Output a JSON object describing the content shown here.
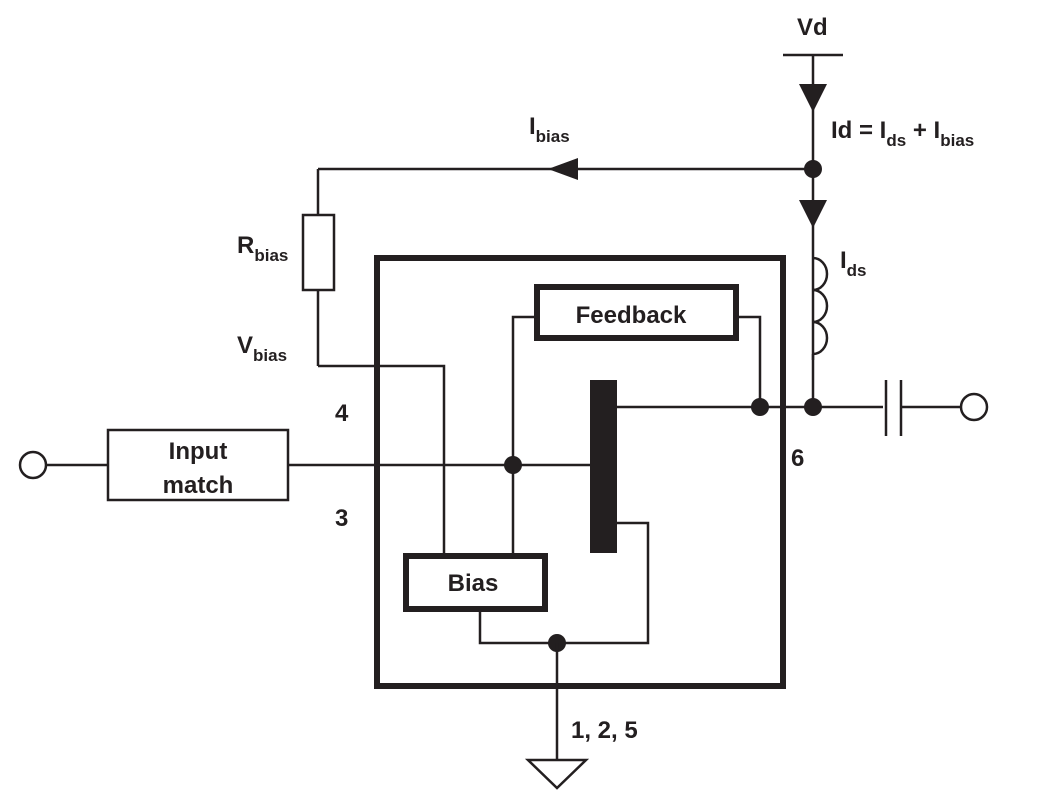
{
  "labels": {
    "vd": "Vd",
    "ibias_main": "I",
    "ibias_sub": "bias",
    "id_eq_prefix": "Id = I",
    "id_eq_ds": "ds",
    "id_eq_plus": " + I",
    "id_eq_bias": "bias",
    "rbias_main": "R",
    "rbias_sub": "bias",
    "vbias_main": "V",
    "vbias_sub": "bias",
    "ids_main": "I",
    "ids_sub": "ds",
    "pin4": "4",
    "pin3": "3",
    "pin6": "6",
    "gnd_pins": "1, 2, 5"
  },
  "blocks": {
    "input_match_line1": "Input",
    "input_match_line2": "match",
    "feedback": "Feedback",
    "bias": "Bias"
  },
  "colors": {
    "ink": "#231f20",
    "background": "#ffffff"
  }
}
